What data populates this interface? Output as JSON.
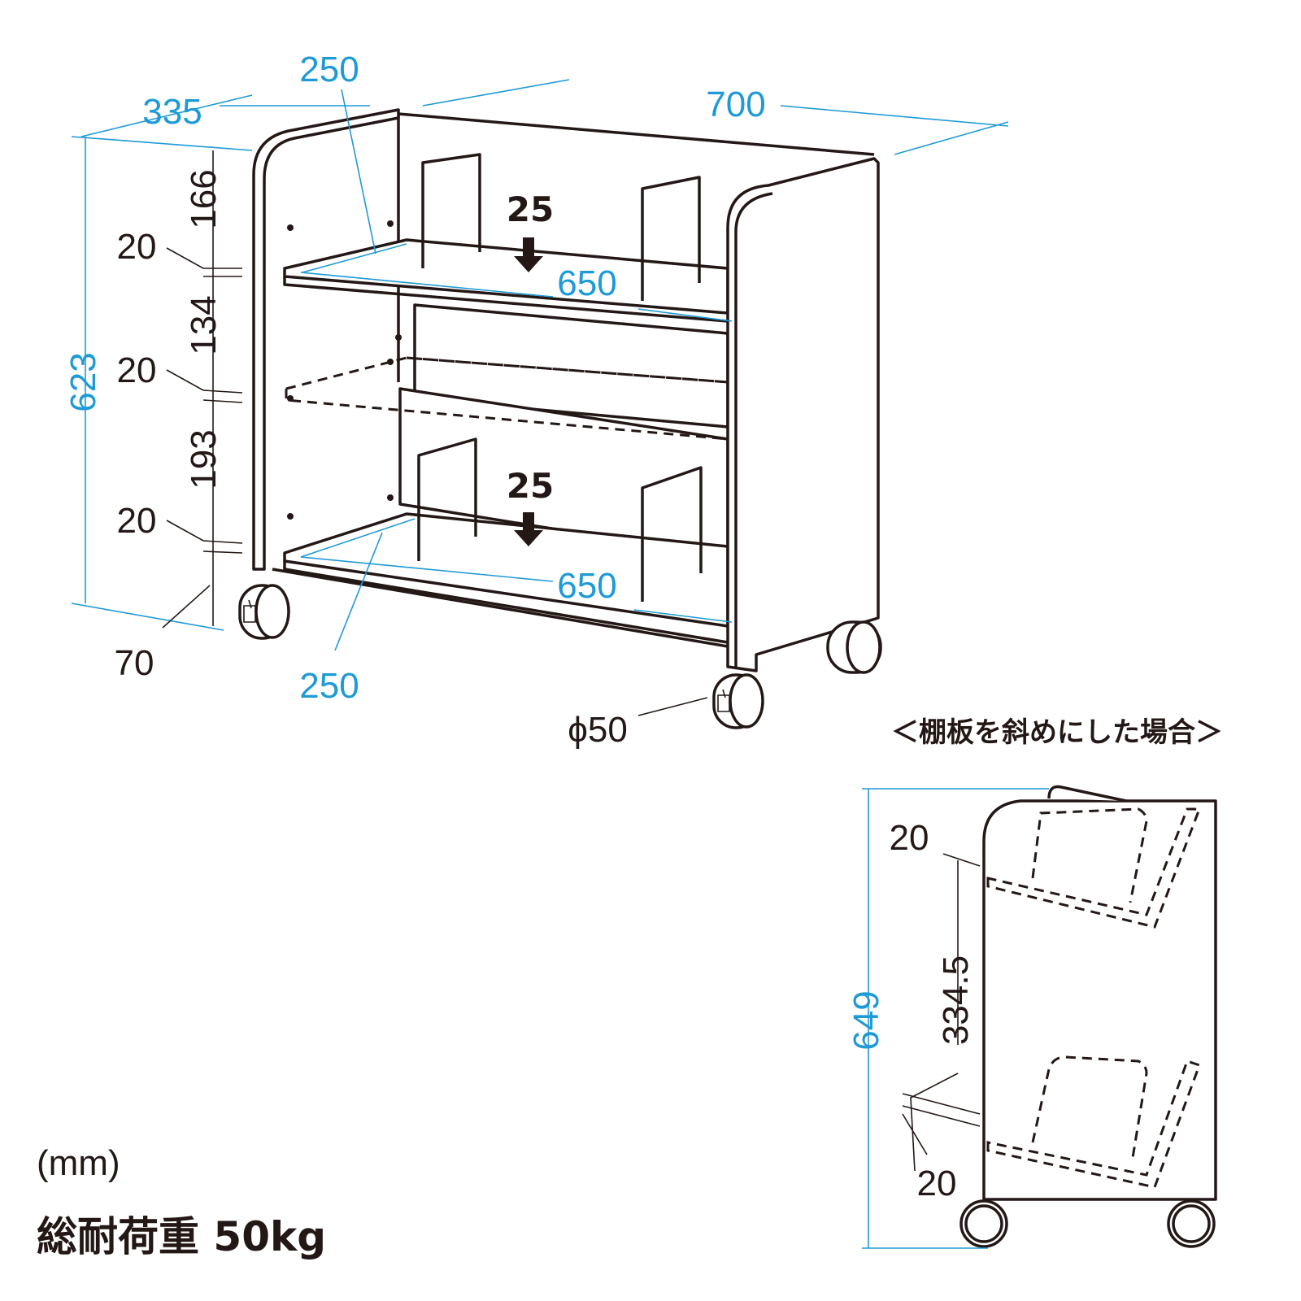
{
  "colors": {
    "line": "#231815",
    "dimension": "#1e9ad6",
    "background": "#ffffff"
  },
  "main_view": {
    "dims": {
      "depth_top": "250",
      "depth_side": "335",
      "width": "700",
      "height": "623",
      "shelf_width_upper": "650",
      "shelf_width_lower": "650",
      "depth_bottom": "250",
      "gap_top": "166",
      "thick_1": "20",
      "gap_mid": "134",
      "thick_2": "20",
      "gap_low": "193",
      "thick_3": "20",
      "base_height": "70",
      "caster": "ϕ50"
    },
    "shelf_step_upper": "25",
    "shelf_step_lower": "25"
  },
  "inset_view": {
    "title": "＜棚板を斜めにした場合＞",
    "dims": {
      "height": "649",
      "shelf_pitch": "334.5",
      "thick_top": "20",
      "thick_bottom": "20"
    }
  },
  "notes": {
    "unit": "(mm)",
    "load_capacity": "総耐荷重 50kg"
  }
}
